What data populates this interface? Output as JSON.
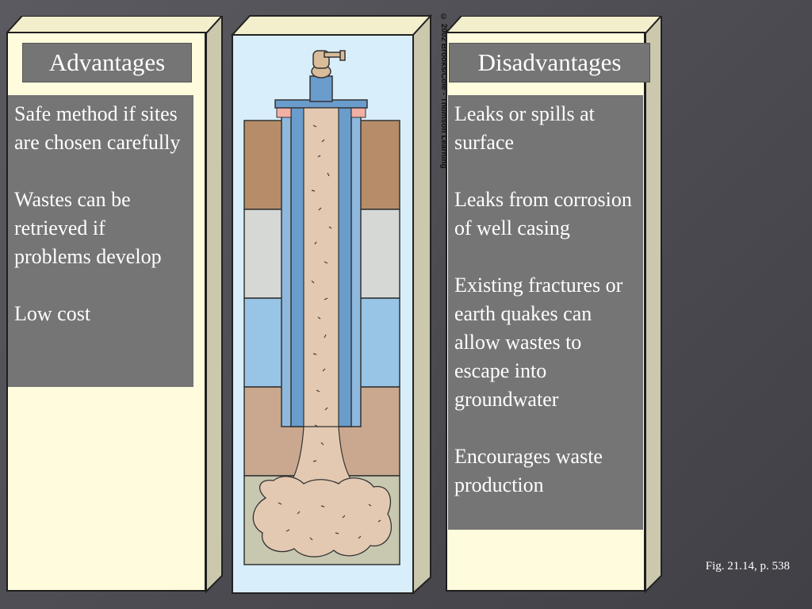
{
  "advantages": {
    "heading": "Advantages",
    "items": [
      "Safe method if sites are chosen carefully",
      "Wastes can be retrieved if problems develop",
      "Low cost"
    ]
  },
  "disadvantages": {
    "heading": "Disadvantages",
    "items": [
      "Leaks or spills at surface",
      "Leaks from corrosion of well casing",
      "Existing fractures or earth quakes can allow wastes to escape into groundwater",
      "Encourages waste production"
    ]
  },
  "figure": {
    "credit": "© 2002 Brooks/Cole - Thomson Learning",
    "caption": "Fig. 21.14, p. 538"
  },
  "colors": {
    "panel_gray": "#757575",
    "cream": "#fffbdd",
    "diagram_bg": "#d8eefa",
    "soil_brown": "#b68d68",
    "clay_gray": "#d6d8d6",
    "aquifer_blue": "#98c4e6",
    "soil_tan": "#c9a88f",
    "bedrock": "#c8c7b0",
    "casing_blue": "#6a9ccc",
    "waste": "#e3c9b1"
  }
}
